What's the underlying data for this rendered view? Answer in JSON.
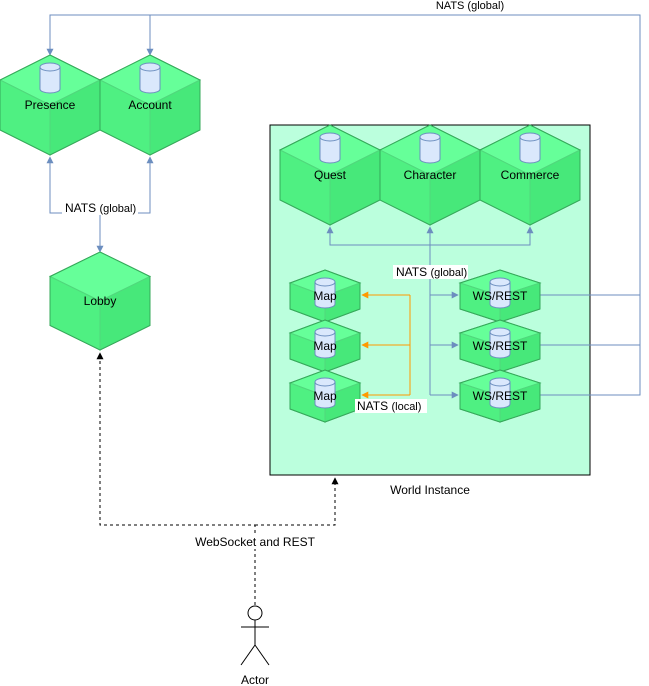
{
  "services": {
    "presence": "Presence",
    "account": "Account",
    "lobby": "Lobby",
    "quest": "Quest",
    "character": "Character",
    "commerce": "Commerce",
    "map_1": "Map",
    "map_2": "Map",
    "map_3": "Map",
    "wsrest_1": "WS/REST",
    "wsrest_2": "WS/REST",
    "wsrest_3": "WS/REST"
  },
  "labels": {
    "nats_global_top": "NATS (global)",
    "nats_global_left_main": "NATS",
    "nats_global_left_paren": "(global)",
    "nats_global_world_main": "NATS",
    "nats_global_world_paren": "(global)",
    "nats_local_main": "NATS",
    "nats_local_paren": "(local)",
    "world_instance": "World Instance",
    "websocket_rest": "WebSocket and REST",
    "actor": "Actor"
  },
  "colors": {
    "cube_top": "#66ff99",
    "cube_left": "#33dd66",
    "cube_right": "#22cc55",
    "cube_stroke": "#36a95a",
    "db_fill": "#dae8fc",
    "db_stroke": "#6c8ebf",
    "world_fill": "#bbffdd",
    "edge_blue": "#6c8ebf",
    "edge_orange": "#ff9900",
    "edge_black": "#000000"
  }
}
